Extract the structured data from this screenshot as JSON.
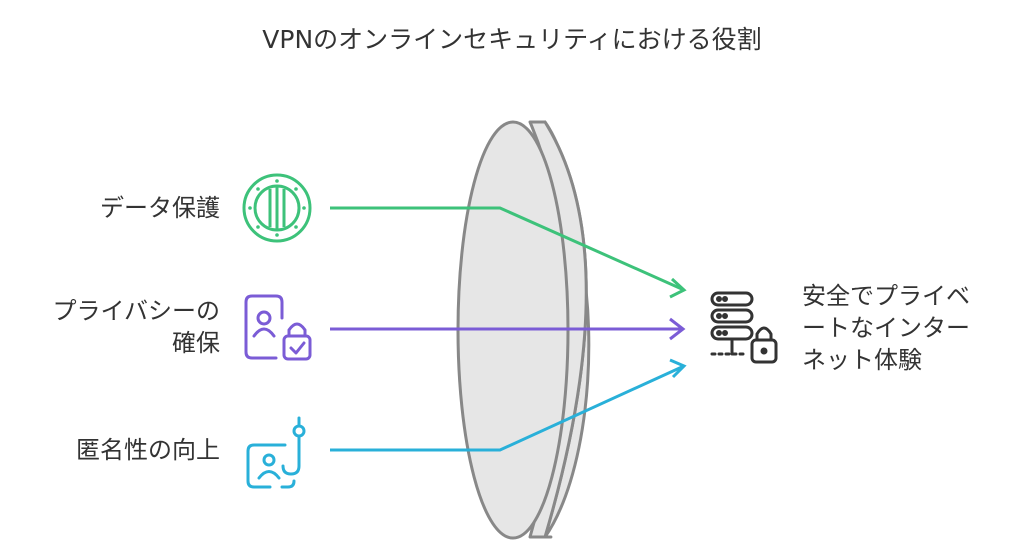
{
  "title": "VPNのオンラインセキュリティにおける役割",
  "inputs": [
    {
      "label": "データ保護",
      "icon": "shield-icon",
      "color": "#3DC27A"
    },
    {
      "label_lines": [
        "プライバシーの",
        "確保"
      ],
      "icon": "privacy-lock-icon",
      "color": "#7B5CD6"
    },
    {
      "label": "匿名性の向上",
      "icon": "anonymity-icon",
      "color": "#29B0D9"
    }
  ],
  "output": {
    "label_lines": [
      "安全でプライベ",
      "ートなインター",
      "ネット体験"
    ],
    "icon": "secure-server-icon",
    "color": "#333333"
  },
  "lens_color": "#E6E6E6",
  "lens_stroke": "#888888"
}
